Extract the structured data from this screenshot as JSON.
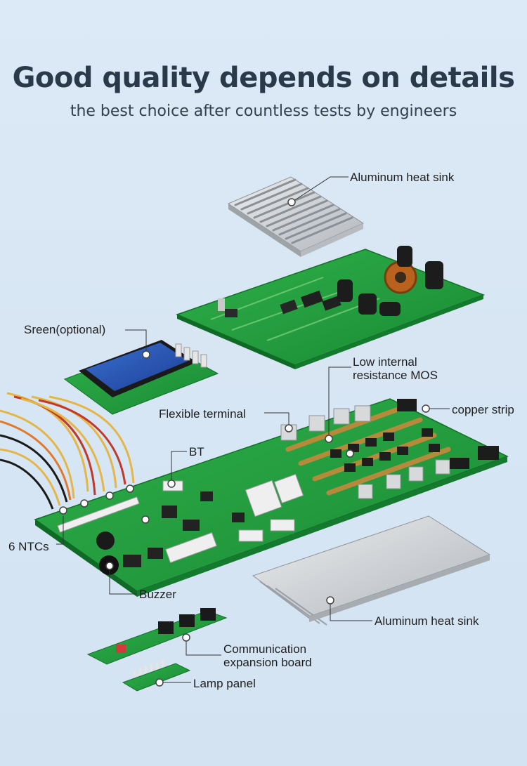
{
  "header": {
    "title": "Good quality depends on details",
    "subtitle": "the best choice after countless tests by engineers"
  },
  "labels": {
    "aluminum_heat_sink_top": "Aluminum heat sink",
    "screen": "Sreen(optional)",
    "low_internal_mos": "Low internal\nresistance MOS",
    "flexible_terminal": "Flexible terminal",
    "copper_strip": "copper strip",
    "bt": "BT",
    "ntcs": "6 NTCs",
    "buzzer": "Buzzer",
    "aluminum_heat_sink_bottom": "Aluminum heat sink",
    "communication_board": "Communication\nexpansion board",
    "lamp_panel": "Lamp panel"
  },
  "colors": {
    "background": "#d7e6f4",
    "pcb_green": "#1f9a3c",
    "title_text": "#2b3a4a",
    "heat_sink": "#cfd2d5"
  }
}
